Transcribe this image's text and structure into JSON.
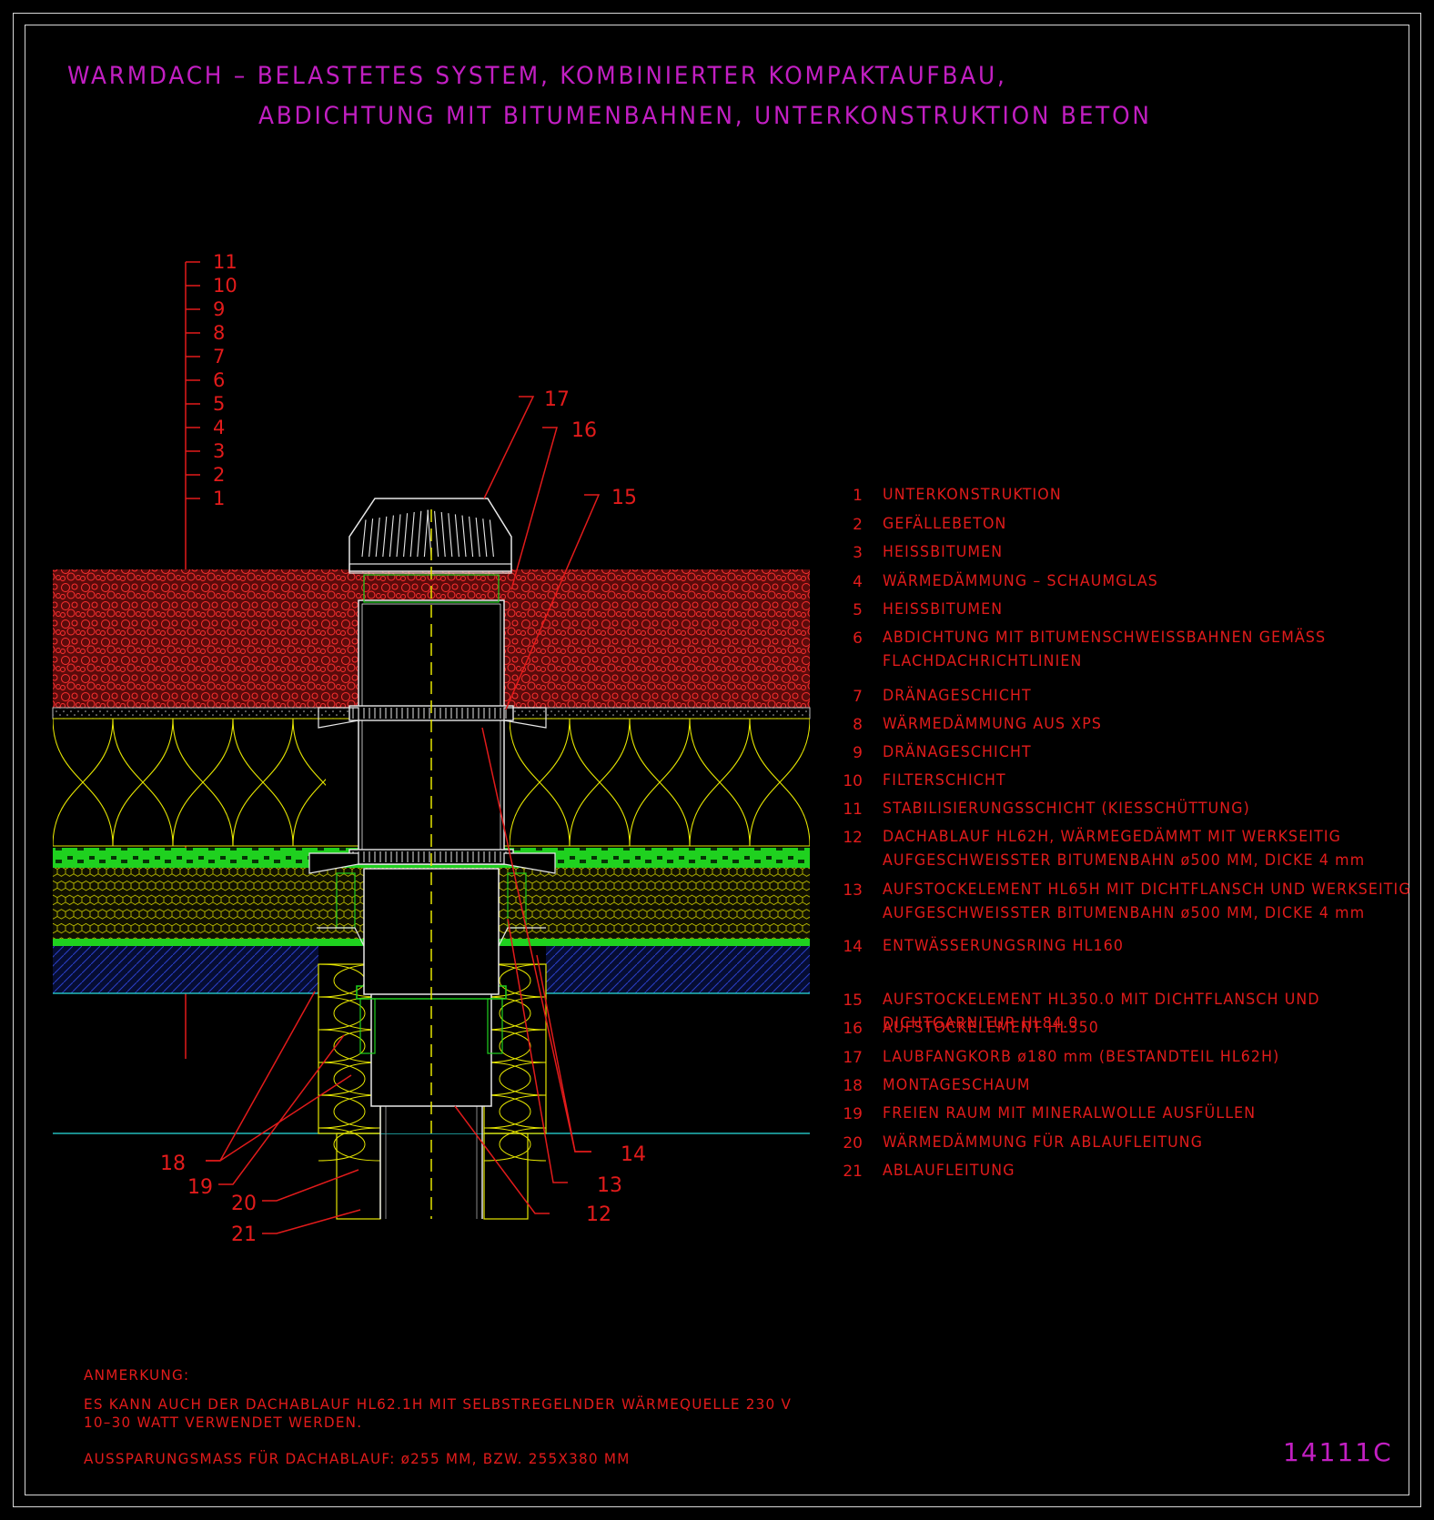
{
  "title": {
    "line1": "WARMDACH – BELASTETES SYSTEM, KOMBINIERTER KOMPAKTAUFBAU,",
    "line2": "ABDICHTUNG MIT BITUMENBAHNEN, UNTERKONSTRUKTION BETON"
  },
  "layer_scale": [
    "11",
    "10",
    "9",
    "8",
    "7",
    "6",
    "5",
    "4",
    "3",
    "2",
    "1"
  ],
  "callouts": {
    "c12": "12",
    "c13": "13",
    "c14": "14",
    "c15": "15",
    "c16": "16",
    "c17": "17",
    "c18": "18",
    "c19": "19",
    "c20": "20",
    "c21": "21"
  },
  "legend": [
    {
      "num": "1",
      "text": "UNTERKONSTRUKTION"
    },
    {
      "num": "2",
      "text": "GEFÄLLEBETON"
    },
    {
      "num": "3",
      "text": "HEISSBITUMEN"
    },
    {
      "num": "4",
      "text": "WÄRMEDÄMMUNG – SCHAUMGLAS"
    },
    {
      "num": "5",
      "text": "HEISSBITUMEN"
    },
    {
      "num": "6",
      "text": "ABDICHTUNG MIT BITUMENSCHWEISSBAHNEN GEMÄSS\nFLACHDACHRICHTLINIEN"
    },
    {
      "num": "7",
      "text": "DRÄNAGESCHICHT"
    },
    {
      "num": "8",
      "text": "WÄRMEDÄMMUNG AUS XPS"
    },
    {
      "num": "9",
      "text": "DRÄNAGESCHICHT"
    },
    {
      "num": "10",
      "text": "FILTERSCHICHT"
    },
    {
      "num": "11",
      "text": "STABILISIERUNGSSCHICHT (KIESSCHÜTTUNG)"
    },
    {
      "num": "12",
      "text": "DACHABLAUF HL62H, WÄRMEGEDÄMMT MIT WERKSEITIG\nAUFGESCHWEISSTER BITUMENBAHN ø500 MM, DICKE 4 mm"
    },
    {
      "num": "13",
      "text": "AUFSTOCKELEMENT HL65H MIT DICHTFLANSCH UND WERKSEITIG\nAUFGESCHWEISSTER BITUMENBAHN ø500 MM, DICKE 4 mm"
    },
    {
      "num": "14",
      "text": "ENTWÄSSERUNGSRING HL160"
    },
    {
      "num": "15",
      "text": "AUFSTOCKELEMENT HL350.0 MIT DICHTFLANSCH UND\nDICHTGARNITUR HL84.0"
    },
    {
      "num": "16",
      "text": "AUFSTOCKELEMENT HL350"
    },
    {
      "num": "17",
      "text": "LAUBFANGKORB ø180 mm (BESTANDTEIL HL62H)"
    },
    {
      "num": "18",
      "text": "MONTAGESCHAUM"
    },
    {
      "num": "19",
      "text": "FREIEN RAUM MIT MINERALWOLLE AUSFÜLLEN"
    },
    {
      "num": "20",
      "text": "WÄRMEDÄMMUNG FÜR ABLAUFLEITUNG"
    },
    {
      "num": "21",
      "text": "ABLAUFLEITUNG"
    }
  ],
  "notes": {
    "heading": "ANMERKUNG:",
    "line1": "ES KANN AUCH DER DACHABLAUF HL62.1H MIT SELBSTREGELNDER WÄRMEQUELLE 230 V",
    "line2": "10–30 WATT VERWENDET WERDEN.",
    "line3": "AUSSPARUNGSMASS FÜR DACHABLAUF: ø255 MM, BZW. 255X380 MM"
  },
  "drawing_code": "14111C",
  "colors": {
    "background": "#000000",
    "title": "#c21fc2",
    "annotation": "#e21b1b",
    "gravel_fill": "#6a0f0f",
    "xps_lines": "#e6e600",
    "foamglas": "#d4d400",
    "membrane": "#22dd22",
    "concrete": "#2233aa",
    "slab_lines": "#22bbbb",
    "drain_body": "#e8e8e8"
  }
}
